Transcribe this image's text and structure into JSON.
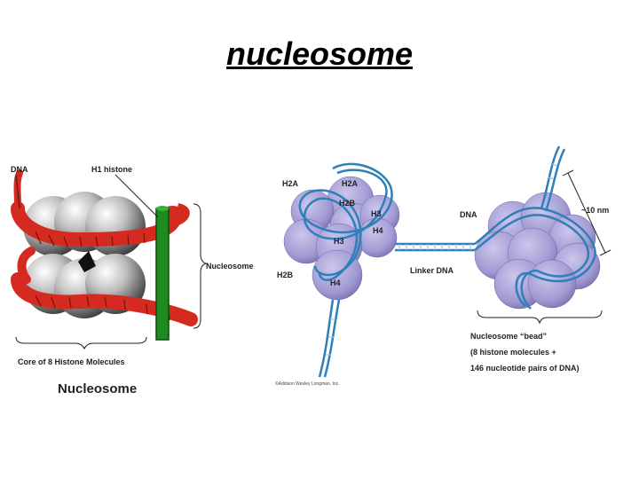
{
  "title": "nucleosome",
  "left_figure": {
    "labels": {
      "dna": "DNA",
      "h1_histone": "H1 histone",
      "nucleosome_side": "Nucleosome",
      "core": "Core of 8 Histone Molecules",
      "caption": "Nucleosome"
    },
    "colors": {
      "dna": "#d42a1f",
      "h1": "#1f8a1f",
      "histone": "#8a8a8a"
    }
  },
  "right_figure": {
    "labels": {
      "h2a_left": "H2A",
      "h2a_top": "H2A",
      "h2b_top": "H2B",
      "h3_right": "H3",
      "h4_right": "H4",
      "h3_center": "H3",
      "h2b_bottom": "H2B",
      "h4_bottom": "H4",
      "linker_dna": "Linker DNA",
      "dna": "DNA",
      "size": "~10 nm",
      "bead_line1": "Nucleosome “bead”",
      "bead_line2": "(8 histone molecules +",
      "bead_line3": "146 nucleotide pairs of DNA)",
      "copyright": "©Addison Wesley Longman, Inc."
    },
    "colors": {
      "histone": "#a9a3d6",
      "dna": "#2f7fb8"
    }
  }
}
